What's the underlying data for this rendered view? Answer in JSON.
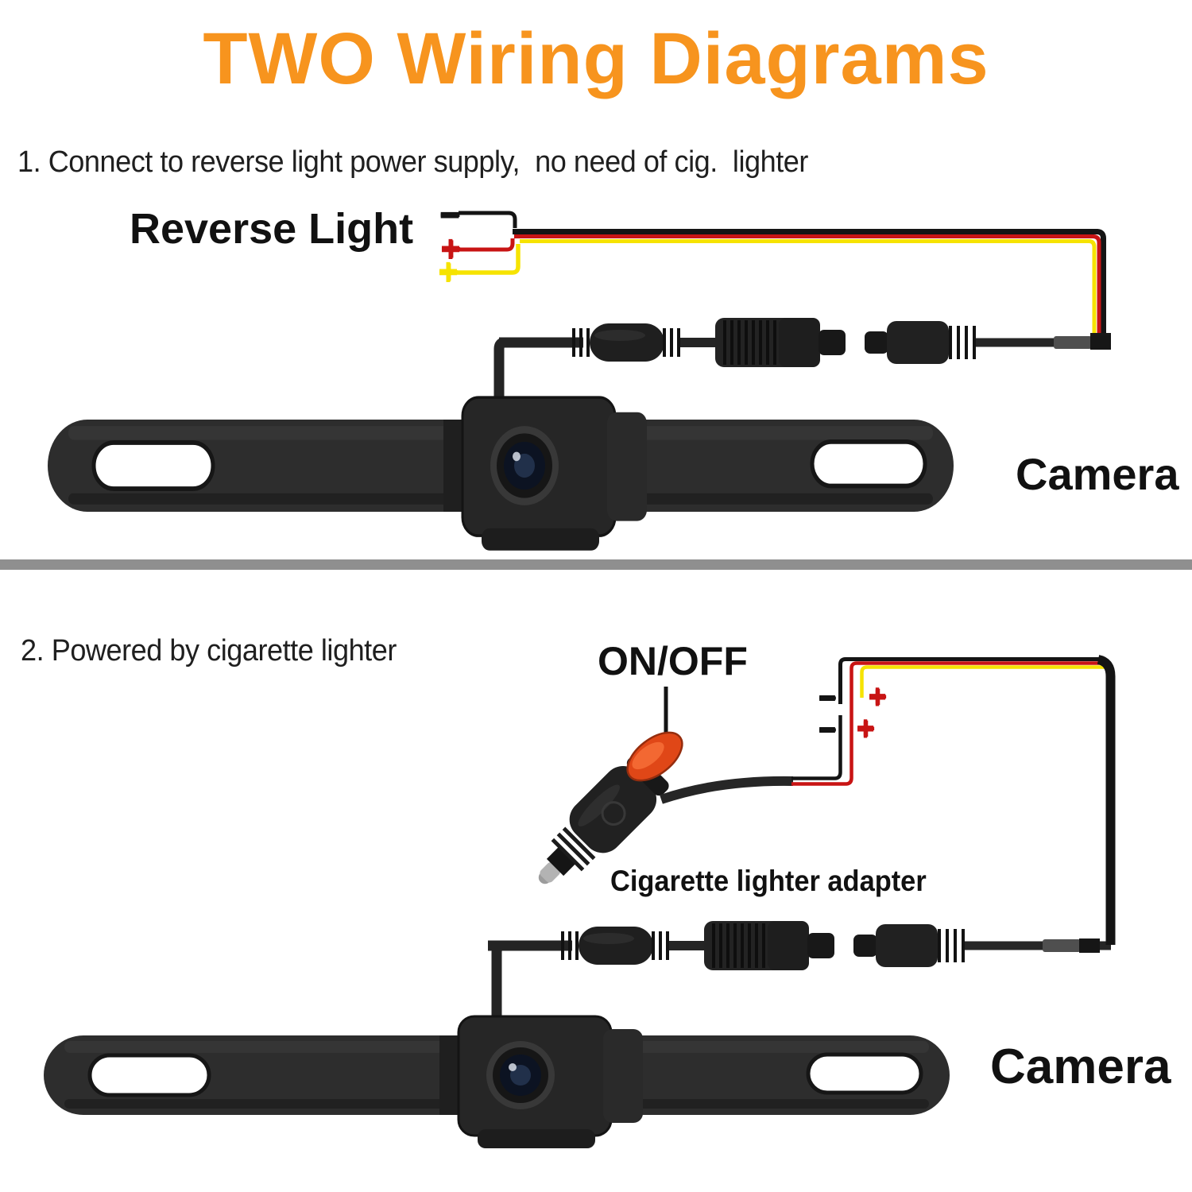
{
  "title": "TWO Wiring Diagrams",
  "colors": {
    "accent_orange": "#f7941e",
    "wire_red": "#c81414",
    "wire_yellow": "#f6e300",
    "wire_black": "#141414",
    "divider_gray": "#8f8f8f"
  },
  "symbols": {
    "plus": "+",
    "minus": "–"
  },
  "section1": {
    "step_label": "1. Connect to reverse light power supply,  no need of cig.  lighter",
    "reverse_light_label": "Reverse Light",
    "camera_label": "Camera"
  },
  "section2": {
    "step_label": "2. Powered by cigarette lighter",
    "on_off_label": "ON/OFF",
    "adapter_label": "Cigarette lighter adapter",
    "camera_label": "Camera"
  }
}
